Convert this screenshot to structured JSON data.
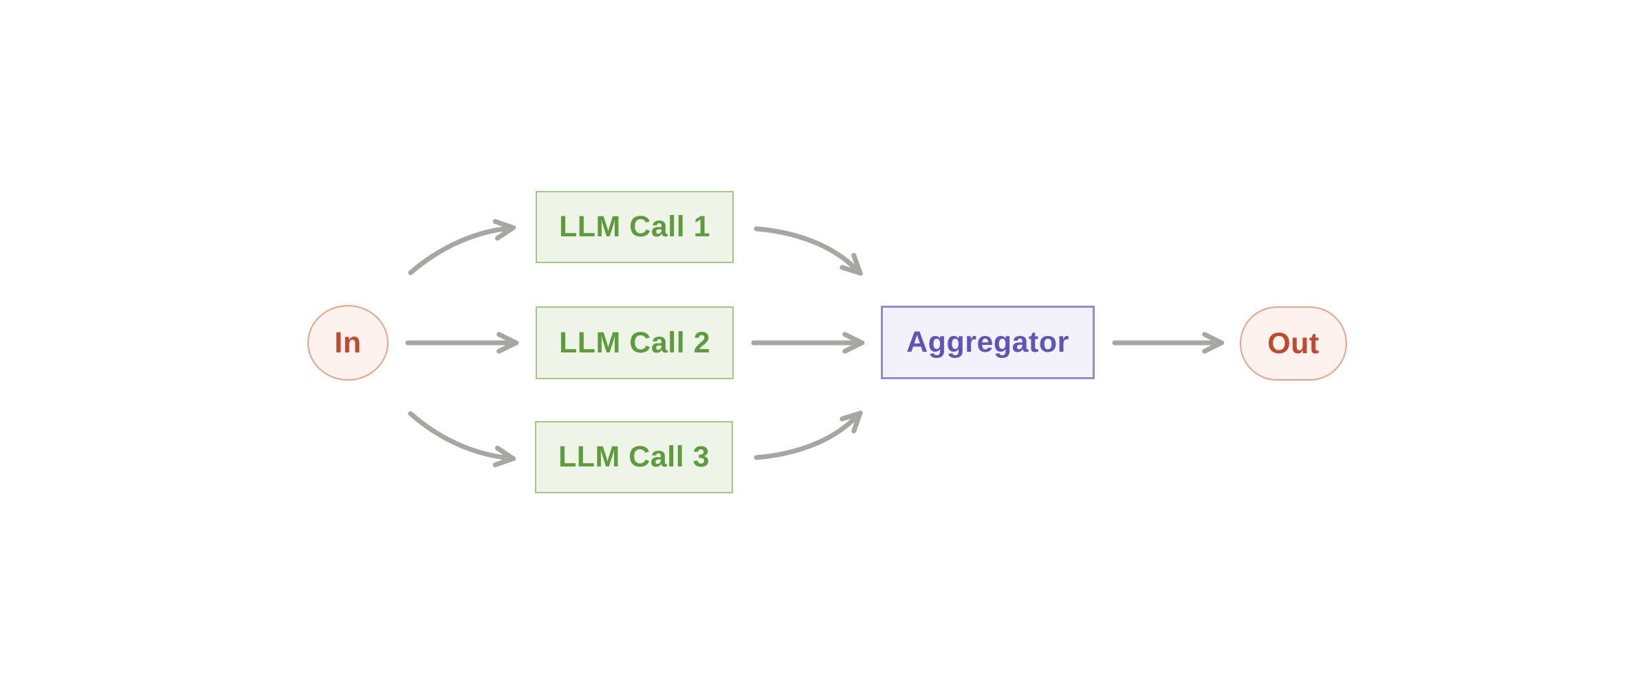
{
  "diagram": {
    "description": "Parallelization workflow: input fans out to three parallel LLM calls whose results are combined by an aggregator into a single output",
    "nodes": {
      "in": {
        "label": "In",
        "type": "terminal"
      },
      "llm_call_1": {
        "label": "LLM Call 1",
        "type": "llm"
      },
      "llm_call_2": {
        "label": "LLM Call 2",
        "type": "llm"
      },
      "llm_call_3": {
        "label": "LLM Call 3",
        "type": "llm"
      },
      "aggregator": {
        "label": "Aggregator",
        "type": "aggregator"
      },
      "out": {
        "label": "Out",
        "type": "terminal"
      }
    },
    "edges": [
      {
        "from": "in",
        "to": "llm_call_1",
        "shape": "curved-up"
      },
      {
        "from": "in",
        "to": "llm_call_2",
        "shape": "straight"
      },
      {
        "from": "in",
        "to": "llm_call_3",
        "shape": "curved-down"
      },
      {
        "from": "llm_call_1",
        "to": "aggregator",
        "shape": "curved-down"
      },
      {
        "from": "llm_call_2",
        "to": "aggregator",
        "shape": "straight"
      },
      {
        "from": "llm_call_3",
        "to": "aggregator",
        "shape": "curved-up"
      },
      {
        "from": "aggregator",
        "to": "out",
        "shape": "straight"
      }
    ]
  },
  "colors": {
    "background": "#ffffff",
    "arrow": "#a8a6a2",
    "terminal_fill": "#fdf2ed",
    "terminal_border": "#eda184",
    "terminal_text": "#c14a2c",
    "llm_fill": "#eef5e8",
    "llm_border": "#9fc97e",
    "llm_text": "#5d9c3c",
    "aggregator_fill": "#f3f2fb",
    "aggregator_border": "#9488d4",
    "aggregator_text": "#5e55b8"
  }
}
